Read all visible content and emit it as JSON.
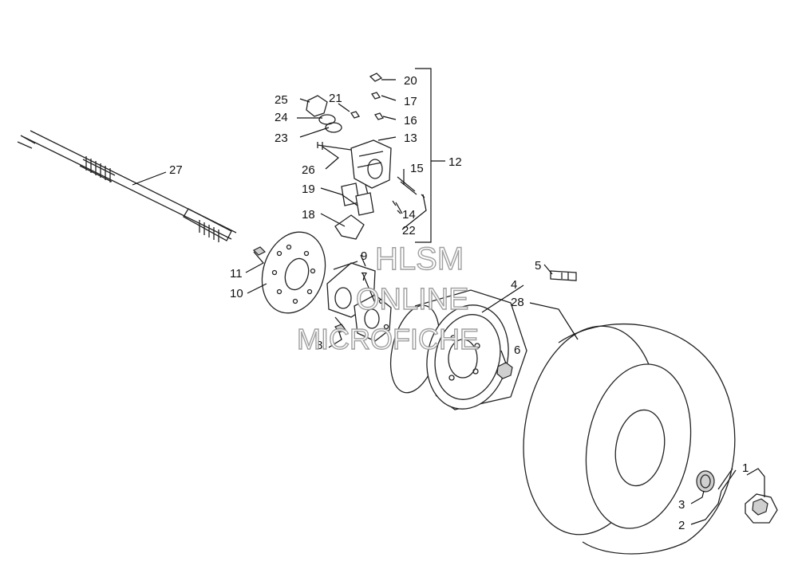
{
  "watermark": {
    "line1": "HLSM",
    "line2": "ONLINE",
    "line3": "MICROFICHE"
  },
  "callouts": [
    "1",
    "2",
    "3",
    "4",
    "5",
    "6",
    "7",
    "8",
    "9",
    "10",
    "11",
    "12",
    "13",
    "14",
    "15",
    "16",
    "17",
    "18",
    "19",
    "20",
    "21",
    "22",
    "23",
    "24",
    "25",
    "26",
    "27",
    "28"
  ]
}
